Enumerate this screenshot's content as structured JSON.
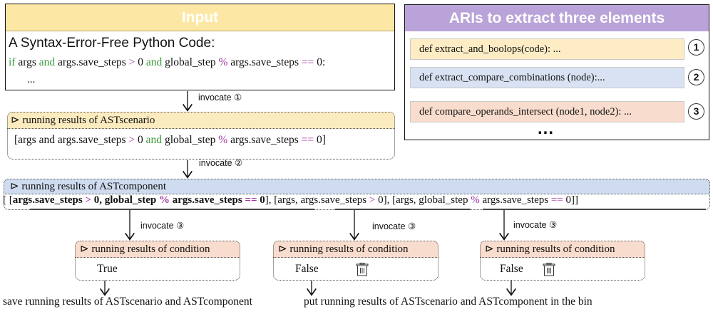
{
  "input": {
    "title": "Input",
    "subtitle": "A Syntax-Error-Free Python Code:",
    "code": {
      "t1": "if",
      "t2": " args ",
      "t3": "and",
      "t4": " args.save_steps ",
      "t5": ">",
      "t6": " 0 ",
      "t7": "and",
      "t8": " global_step ",
      "t9": "%",
      "t10": " args.save_steps ",
      "t11": "==",
      "t12": " 0:"
    },
    "ellipsis": "..."
  },
  "aris": {
    "title": "ARIs to extract three elements",
    "items": [
      {
        "label": "def extract_and_boolops(code): ...",
        "number": "1"
      },
      {
        "label": "def extract_compare_combinations (node):...",
        "number": "2"
      },
      {
        "label": "def compare_operands_intersect (node1, node2): ...",
        "number": "3"
      }
    ],
    "more": "..."
  },
  "invocations": {
    "first": "invocate ①",
    "second": "invocate ②",
    "third": "invocate ③"
  },
  "scenario": {
    "header_marker": "⊳",
    "header": "running results of ASTscenario",
    "content": {
      "t1": "[args and args.save_steps ",
      "t2": ">",
      "t3": " 0 ",
      "t4": "and",
      "t5": "  global_step ",
      "t6": "%",
      "t7": " args.save_steps ",
      "t8": "==",
      "t9": " 0]"
    }
  },
  "component": {
    "header_marker": "⊳",
    "header": "running results of ASTcomponent",
    "content": {
      "open": "[ [",
      "g1a": "args.save_steps ",
      "g1b": ">",
      "g1c": " 0, global_step ",
      "g1d": "%",
      "g1e": " args.save_steps ",
      "g1f": "==",
      "g1g": " 0",
      "sep1": "], [args, args.save_steps ",
      "g2b": ">",
      "g2c": " 0],  [args, global_step ",
      "g3b": "%",
      "g3c": " args.save_steps ",
      "g3d": "==",
      "g3e": " 0]]"
    }
  },
  "conditions": [
    {
      "marker": "⊳",
      "header": "running results of condition",
      "value": "True"
    },
    {
      "marker": "⊳",
      "header": "running results of condition",
      "value": "False",
      "icon": "trash-bin-icon"
    },
    {
      "marker": "⊳",
      "header": "running results of condition",
      "value": "False",
      "icon": "trash-bin-icon"
    }
  ],
  "captions": {
    "save": "save running results of ASTscenario and ASTcomponent",
    "discard": "put running results of ASTscenario and ASTcomponent in the bin"
  },
  "colors": {
    "input_header": "#fce8a4",
    "aris_header": "#b9a3d8",
    "ari_1": "#fdecc4",
    "ari_2": "#d8e2f2",
    "ari_3": "#f8dccd",
    "scenario_header": "#fdebc0",
    "component_header": "#cfdcf0",
    "condition_header": "#f8dccd",
    "keyword": "#3a9a3a",
    "operator": "#a338a3"
  }
}
